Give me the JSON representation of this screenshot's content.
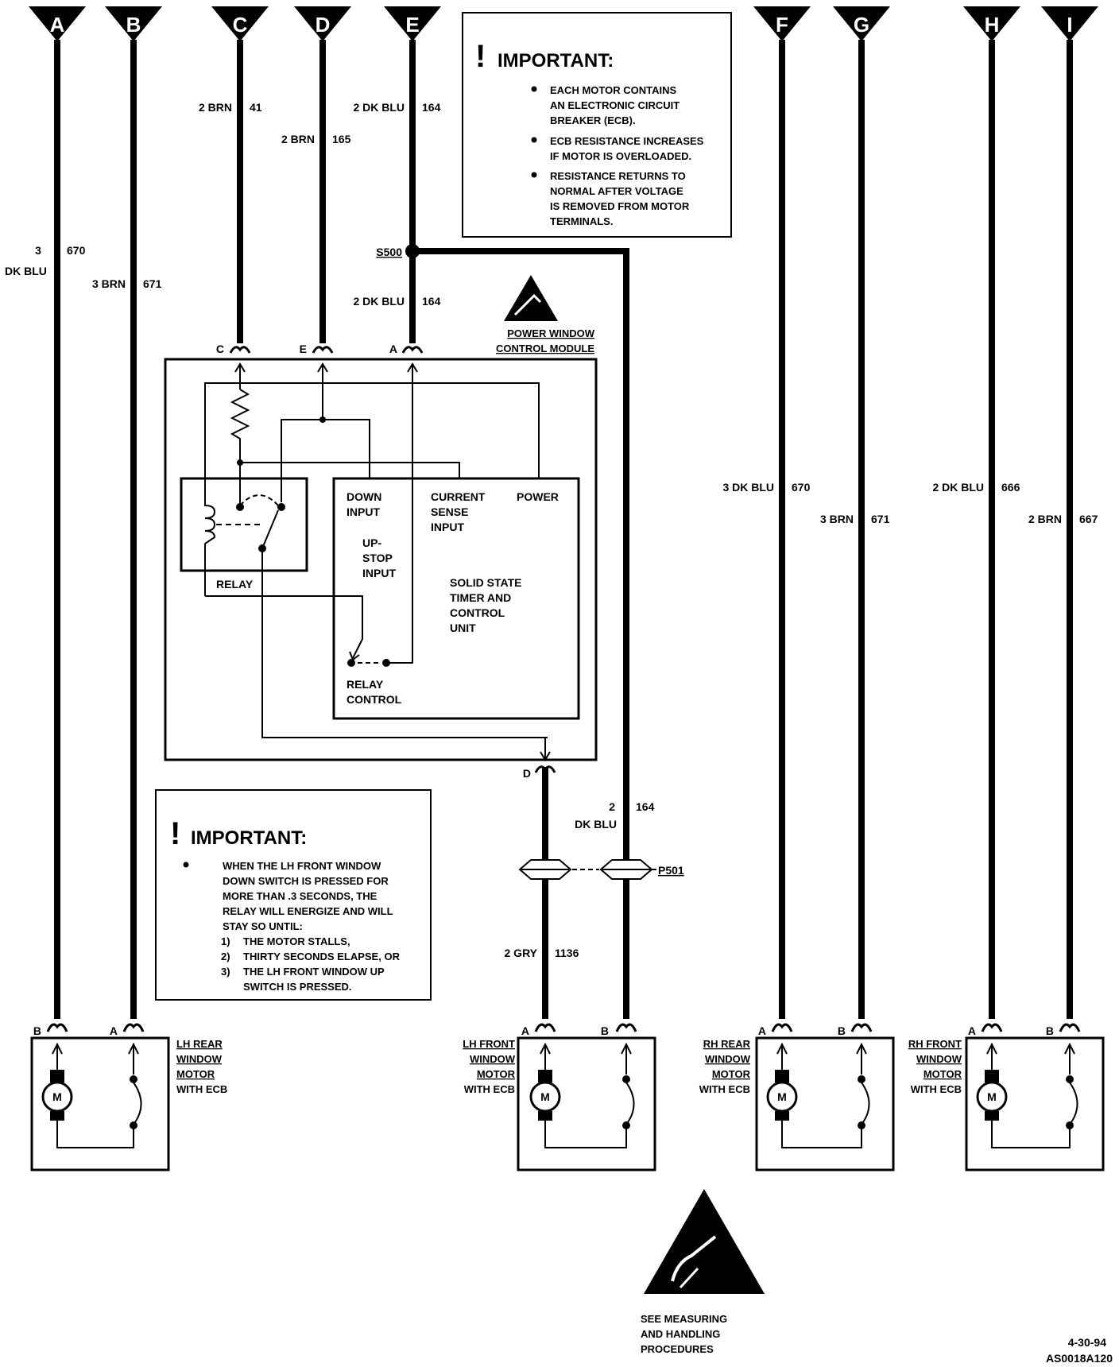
{
  "connectors": {
    "A": "A",
    "B": "B",
    "C": "C",
    "D": "D",
    "E": "E",
    "F": "F",
    "G": "G",
    "H": "H",
    "I": "I"
  },
  "wires": {
    "w670_size": "3",
    "w670_color": "DK BLU",
    "w670_circuit": "670",
    "w671": "3 BRN",
    "w671_circuit": "671",
    "w41": "2 BRN",
    "w41_circuit": "41",
    "w165": "2 BRN",
    "w165_circuit": "165",
    "w164": "2 DK BLU",
    "w164_circuit": "164",
    "w164b": "2 DK BLU",
    "w164b_circuit": "164",
    "w164c_size": "2",
    "w164c_color": "DK BLU",
    "w164c_circuit": "164",
    "w1136": "2 GRY",
    "w1136_circuit": "1136",
    "rh670": "3 DK BLU",
    "rh670_circuit": "670",
    "rh671": "3 BRN",
    "rh671_circuit": "671",
    "rh666": "2 DK BLU",
    "rh666_circuit": "666",
    "rh667": "2 BRN",
    "rh667_circuit": "667"
  },
  "splice": "S500",
  "connector_p": "P501",
  "important_top": {
    "title": "IMPORTANT:",
    "bullets": [
      [
        "EACH MOTOR CONTAINS",
        "AN ELECTRONIC CIRCUIT",
        "BREAKER (ECB)."
      ],
      [
        "ECB RESISTANCE INCREASES",
        "IF MOTOR IS OVERLOADED."
      ],
      [
        "RESISTANCE RETURNS TO",
        "NORMAL AFTER VOLTAGE",
        "IS REMOVED FROM MOTOR",
        "TERMINALS."
      ]
    ]
  },
  "important_bottom": {
    "title": "IMPORTANT:",
    "lines": [
      "WHEN THE LH FRONT WINDOW",
      "DOWN SWITCH IS PRESSED FOR",
      "MORE THAN .3 SECONDS, THE",
      "RELAY WILL ENERGIZE AND WILL",
      "STAY SO UNTIL:"
    ],
    "items": [
      [
        "1)",
        "THE MOTOR STALLS,"
      ],
      [
        "2)",
        "THIRTY SECONDS ELAPSE, OR"
      ],
      [
        "3)",
        "THE LH FRONT WINDOW UP"
      ],
      [
        "",
        "SWITCH IS PRESSED."
      ]
    ]
  },
  "module": {
    "title_line1": "POWER WINDOW",
    "title_line2": "CONTROL MODULE",
    "pin_c": "C",
    "pin_e": "E",
    "pin_a": "A",
    "pin_d": "D",
    "relay": "RELAY",
    "down_input": [
      "DOWN",
      "INPUT"
    ],
    "current_sense": [
      "CURRENT",
      "SENSE",
      "INPUT"
    ],
    "power": "POWER",
    "upstop": [
      "UP-",
      "STOP",
      "INPUT"
    ],
    "timer": [
      "SOLID STATE",
      "TIMER AND",
      "CONTROL",
      "UNIT"
    ],
    "relay_control": [
      "RELAY",
      "CONTROL"
    ]
  },
  "motors": [
    {
      "label": [
        "LH REAR",
        "WINDOW",
        "MOTOR",
        "WITH ECB"
      ],
      "pin_left": "B",
      "pin_right": "A",
      "m": "M"
    },
    {
      "label": [
        "LH FRONT",
        "WINDOW",
        "MOTOR",
        "WITH ECB"
      ],
      "pin_left": "A",
      "pin_right": "B",
      "m": "M"
    },
    {
      "label": [
        "RH REAR",
        "WINDOW",
        "MOTOR",
        "WITH ECB"
      ],
      "pin_left": "A",
      "pin_right": "B",
      "m": "M"
    },
    {
      "label": [
        "RH FRONT",
        "WINDOW",
        "MOTOR",
        "WITH ECB"
      ],
      "pin_left": "A",
      "pin_right": "B",
      "m": "M"
    }
  ],
  "esd_note": [
    "SEE MEASURING",
    "AND HANDLING",
    "PROCEDURES"
  ],
  "date": "4-30-94",
  "figure_id": "AS0018A120"
}
